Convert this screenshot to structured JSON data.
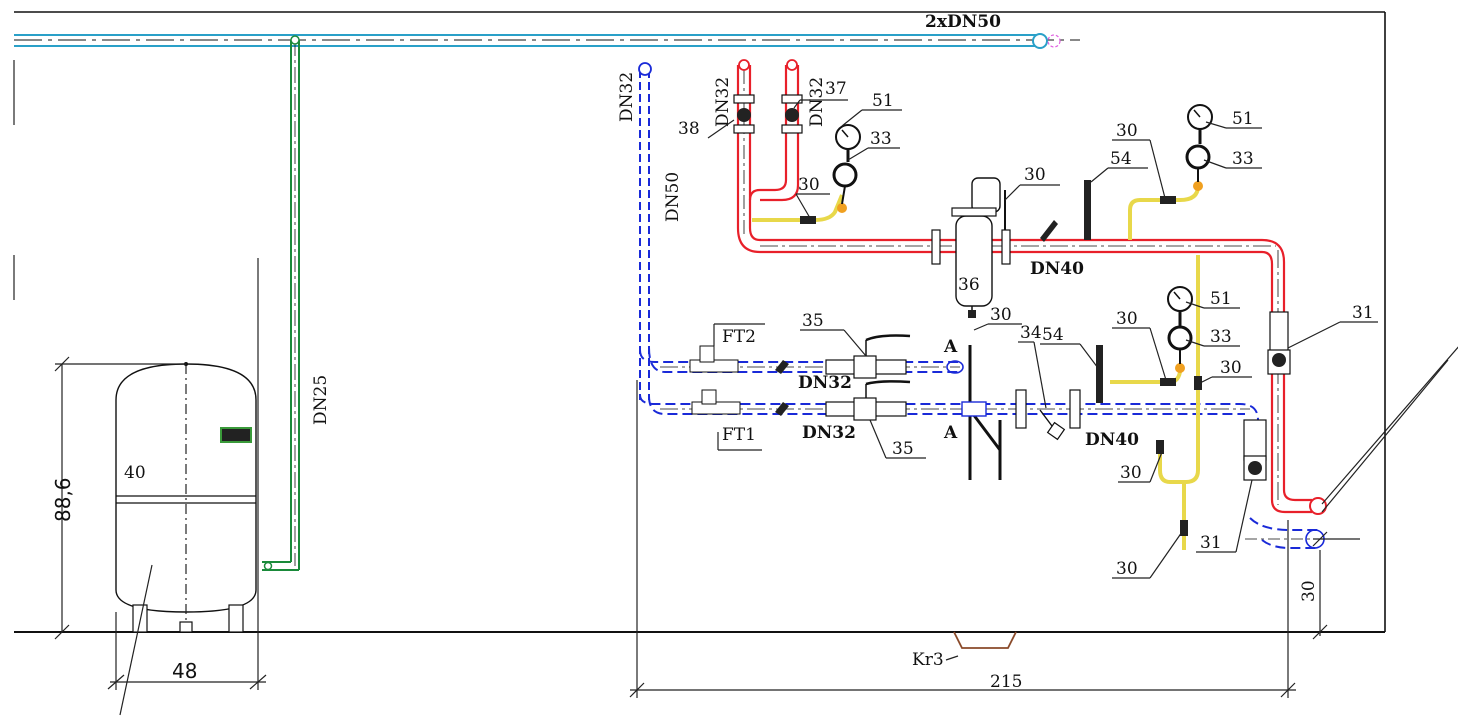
{
  "labels": {
    "main_pipe": "2xDN50",
    "dn25": "DN25",
    "dn32_vertical": "DN32",
    "dn50_vertical": "DN50",
    "dn32_a": "DN32",
    "dn32_b": "DN32",
    "dn40_top": "DN40",
    "dn40_bottom": "DN40",
    "dn32_lower_1": "DN32",
    "dn32_lower_2": "DN32",
    "tank_number": "40",
    "tank_height": "88,6",
    "tank_width": "48",
    "dim_bottom": "215",
    "dim_right": "30",
    "kr3": "Kr3",
    "ft1": "FT1",
    "ft2": "FT2",
    "section_a_top": "A",
    "section_a_bottom": "A"
  },
  "callouts": [
    {
      "num": "37"
    },
    {
      "num": "38"
    },
    {
      "num": "51"
    },
    {
      "num": "33"
    },
    {
      "num": "30"
    },
    {
      "num": "30"
    },
    {
      "num": "54"
    },
    {
      "num": "30"
    },
    {
      "num": "51"
    },
    {
      "num": "33"
    },
    {
      "num": "36"
    },
    {
      "num": "35"
    },
    {
      "num": "30"
    },
    {
      "num": "54"
    },
    {
      "num": "30"
    },
    {
      "num": "51"
    },
    {
      "num": "33"
    },
    {
      "num": "30"
    },
    {
      "num": "34"
    },
    {
      "num": "31"
    },
    {
      "num": "35"
    },
    {
      "num": "30"
    },
    {
      "num": "31"
    },
    {
      "num": "30"
    }
  ],
  "colors": {
    "supply": "#e8202a",
    "return": "#1a2ad8",
    "main": "#2aa0c8",
    "dn25": "#1a8a3a",
    "yellow": "#e8d84a",
    "orange": "#f0a020",
    "drain": "#8a4a2a"
  }
}
